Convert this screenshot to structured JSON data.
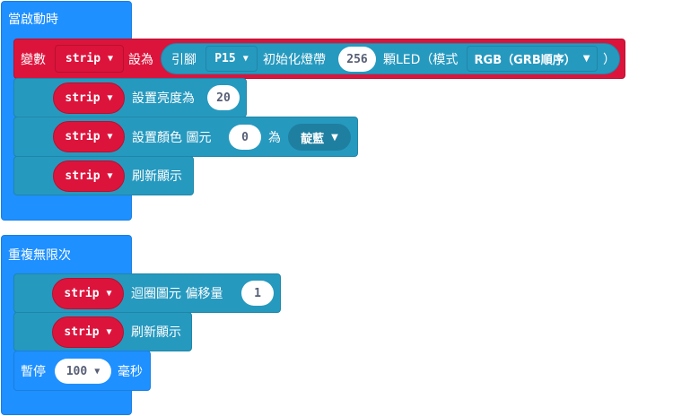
{
  "on_start": {
    "label": "當啟動時",
    "set_var": {
      "prefix": "變數",
      "var": "strip",
      "set_to": "設為",
      "pin_label": "引腳",
      "pin": "P15",
      "init_label": "初始化燈帶",
      "count": "256",
      "leds_label": "顆LED（模式",
      "mode": "RGB（GRB順序）",
      "close": "）"
    },
    "brightness": {
      "var": "strip",
      "label": "設置亮度為",
      "value": "20"
    },
    "set_pixel": {
      "var": "strip",
      "label": "設置顏色 圖元",
      "index": "0",
      "to": "為",
      "color": "靛藍"
    },
    "show": {
      "var": "strip",
      "label": "刷新顯示"
    }
  },
  "forever": {
    "label": "重複無限次",
    "rotate": {
      "var": "strip",
      "label": "迴圈圖元 偏移量",
      "value": "1"
    },
    "show": {
      "var": "strip",
      "label": "刷新顯示"
    },
    "pause": {
      "label": "暫停",
      "value": "100",
      "unit": "毫秒"
    }
  },
  "colors": {
    "event": "#1e90ff",
    "neopixel": "#2699bf",
    "variable": "#dc143c"
  }
}
